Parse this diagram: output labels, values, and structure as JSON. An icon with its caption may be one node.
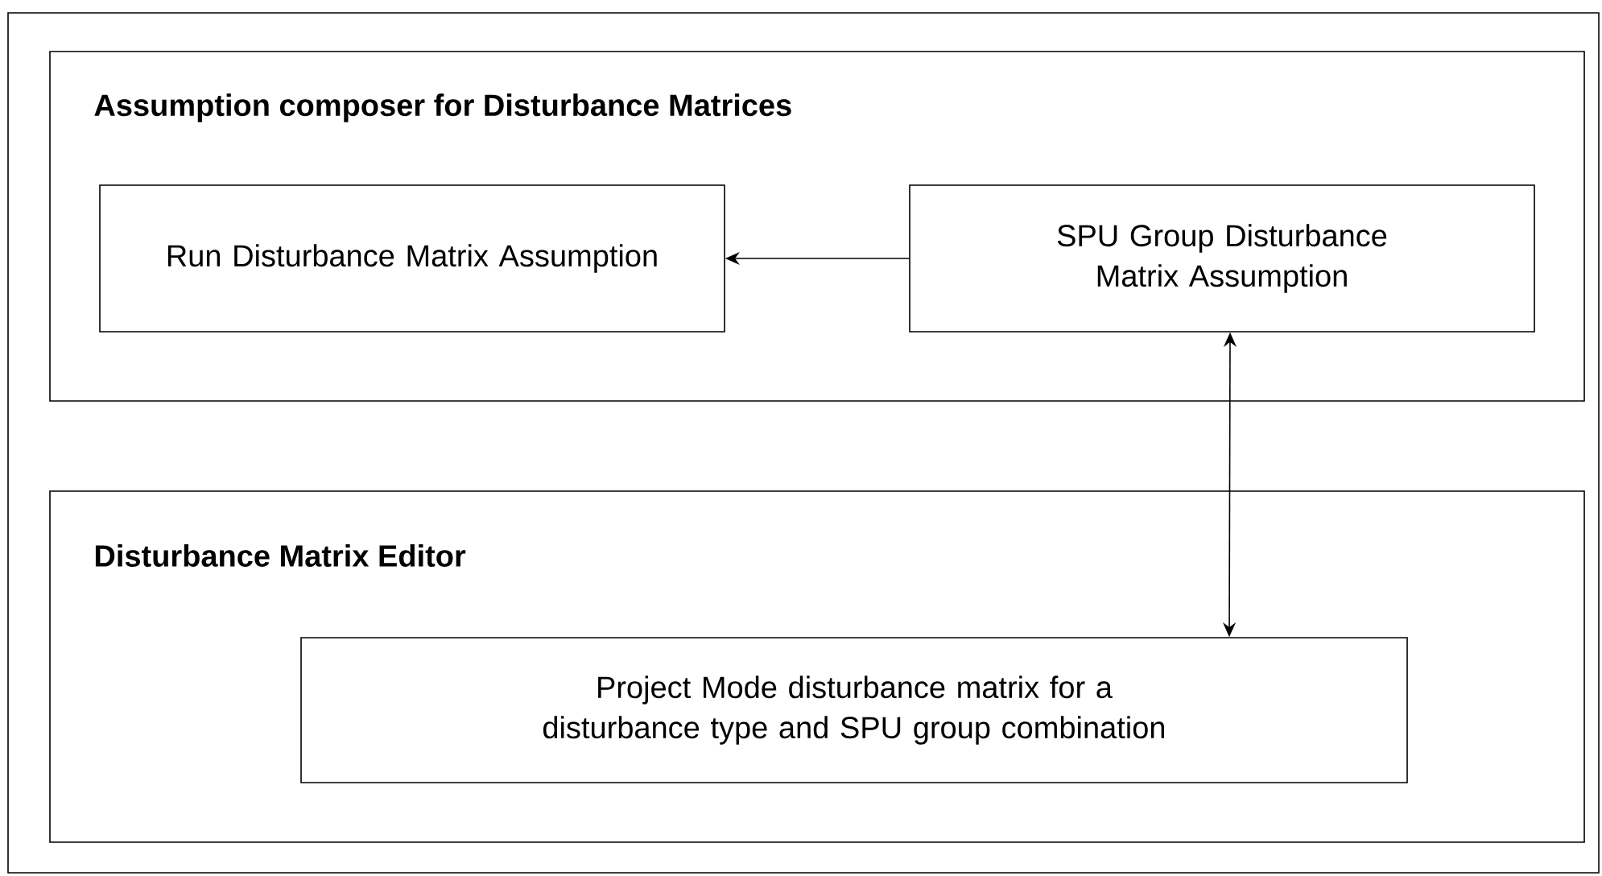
{
  "diagram": {
    "nodes": [
      {
        "text": [
          "Assumption composer for Disturbance Matrices"
        ]
      },
      {
        "text": [
          "Run Disturbance Matrix Assumption"
        ],
        "in": 0
      },
      {
        "text": [
          "SPU Group Disturbance Matrix Assumption"
        ],
        "in": 0
      },
      {
        "text": [
          "Disturbance Matrix Editor"
        ]
      },
      {
        "text": [
          "Project Mode disturbance matrix for a disturbance type and SPU group combination"
        ],
        "in": 3
      }
    ],
    "edges": [
      {
        "from": 2,
        "to": 1,
        "arrow": "to"
      },
      {
        "from": 2,
        "to": 4,
        "arrow": "both"
      }
    ]
  }
}
